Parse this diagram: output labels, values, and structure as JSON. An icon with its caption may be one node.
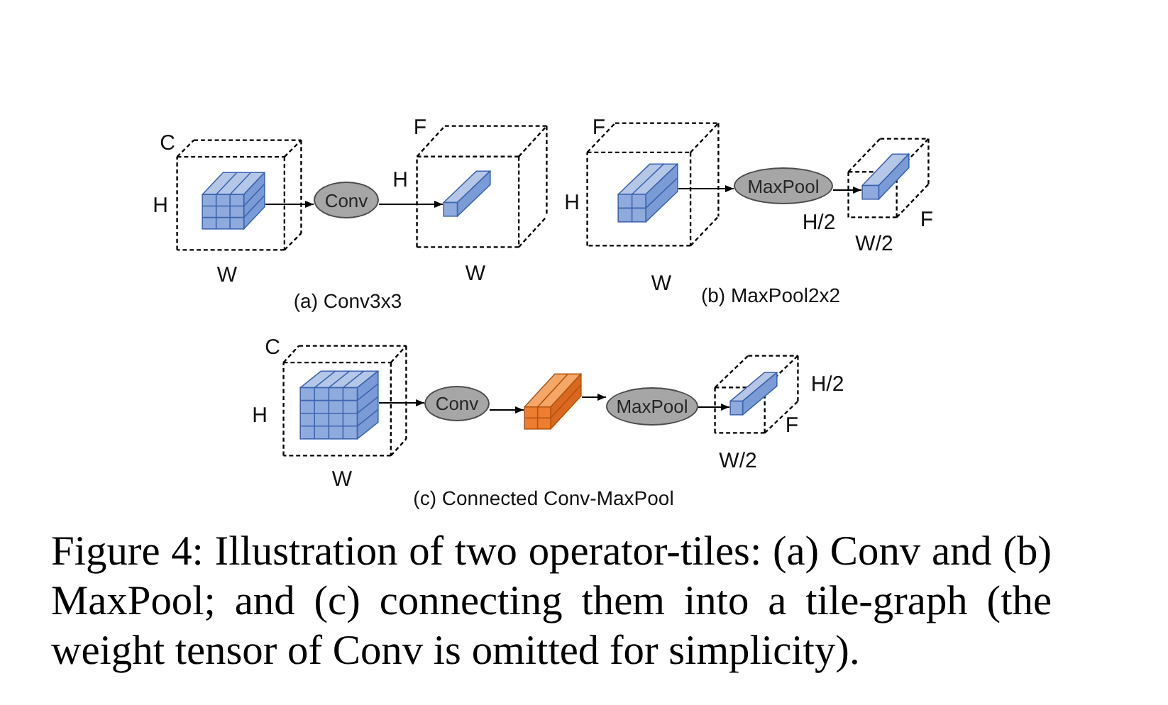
{
  "diagram": {
    "caption": "Figure 4: Illustration of two operator-tiles: (a) Conv and (b) MaxPool; and (c) connecting them into a tile-graph (the weight tensor of Conv is omitted for simplicity).",
    "nodes": [
      {
        "text": [],
        "shape": "cube",
        "beside": [
          "C",
          "H",
          "W"
        ]
      },
      {
        "text": [],
        "shape": "box",
        "in": 0
      },
      {
        "text": [
          "Conv"
        ]
      },
      {
        "text": [],
        "shape": "cube",
        "beside": [
          "F",
          "H",
          "W"
        ]
      },
      {
        "text": [],
        "shape": "bar",
        "in": 3
      },
      {
        "text": [],
        "shape": "cube",
        "beside": [
          "F",
          "H",
          "W"
        ]
      },
      {
        "text": [],
        "shape": "bar",
        "in": 5
      },
      {
        "text": [
          "MaxPool"
        ]
      },
      {
        "text": [],
        "shape": "cube",
        "beside": [
          "H/2",
          "F",
          "W/2"
        ]
      },
      {
        "text": [],
        "shape": "bar",
        "in": 8
      },
      {
        "text": [],
        "shape": "cube",
        "beside": [
          "C",
          "H",
          "W"
        ]
      },
      {
        "text": [],
        "shape": "box",
        "in": 10
      },
      {
        "text": [
          "Conv"
        ]
      },
      {
        "text": [],
        "shape": "box"
      },
      {
        "text": [
          "MaxPool"
        ]
      },
      {
        "text": [],
        "shape": "cube",
        "beside": [
          "H/2",
          "F",
          "W/2"
        ]
      },
      {
        "text": [],
        "shape": "bar",
        "in": 15
      }
    ],
    "edges": [
      {
        "from": 1,
        "to": 2,
        "arrow": "to"
      },
      {
        "from": 2,
        "to": 4,
        "arrow": "to"
      },
      {
        "from": 6,
        "to": 7,
        "arrow": "to"
      },
      {
        "from": 7,
        "to": 9,
        "arrow": "to"
      },
      {
        "from": 11,
        "to": 12,
        "arrow": "to"
      },
      {
        "from": 12,
        "to": 13,
        "arrow": "to"
      },
      {
        "from": 13,
        "to": 14,
        "arrow": "to"
      },
      {
        "from": 14,
        "to": 16,
        "arrow": "to"
      }
    ],
    "labels": [
      "(a) Conv3x3",
      "(b) MaxPool2x2",
      "(c) Connected Conv-MaxPool"
    ]
  }
}
